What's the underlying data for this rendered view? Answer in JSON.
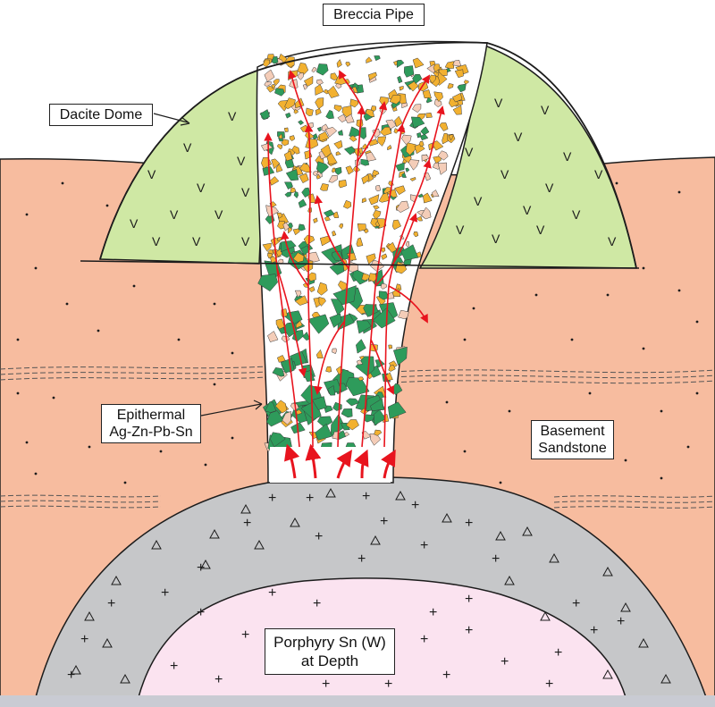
{
  "title": "Breccia Pipe",
  "labels": {
    "dacite_dome": "Dacite Dome",
    "epithermal_line1": "Epithermal",
    "epithermal_line2": "Ag-Zn-Pb-Sn",
    "basement_line1": "Basement",
    "basement_line2": "Sandstone",
    "porphyry_line1": "Porphyry Sn (W)",
    "porphyry_line2": "at Depth"
  },
  "colors": {
    "sandstone": "#f7bc9f",
    "dacite": "#cfe8a4",
    "porphyry_shell": "#c6c7c9",
    "porphyry_core": "#fbe3f0",
    "clast_orange": "#f2b130",
    "clast_green": "#2e9b5b",
    "clast_pink": "#f4cdb8",
    "fluid_arrows": "#e8141e",
    "outline": "#1c1c1c"
  },
  "icons": {
    "dacite_symbol": "V",
    "granite_symbol": "+",
    "shell_symbol": "triangle"
  }
}
